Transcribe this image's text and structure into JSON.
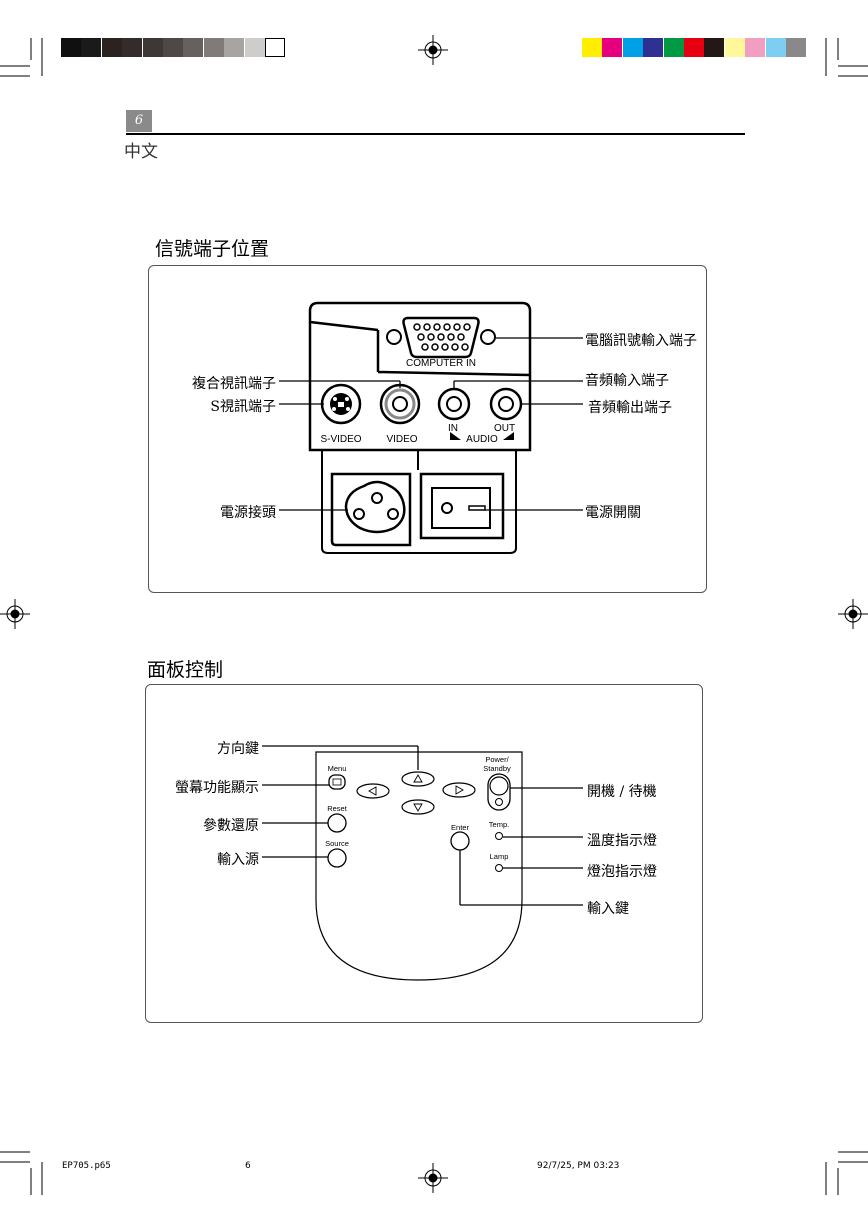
{
  "header": {
    "page_number": "6",
    "language": "中文",
    "gray_swatches": [
      "#101010",
      "#1a1a1a",
      "#2a2320",
      "#332c2a",
      "#3d3836",
      "#4e4947",
      "#66615f",
      "#807b79",
      "#a8a4a2",
      "#cfcdcc",
      "#ffffff"
    ],
    "color_swatches": [
      "#ffee00",
      "#e6007e",
      "#00a0e9",
      "#2e3192",
      "#009944",
      "#e60012",
      "#231815",
      "#fff799",
      "#f19ec2",
      "#7ecef4",
      "#898989"
    ]
  },
  "section1": {
    "title": "信號端子位置",
    "labels": {
      "computer_in": "電腦訊號輸入端子",
      "composite_video": "複合視訊端子",
      "s_video": "S視訊端子",
      "audio_in": "音頻輸入端子",
      "audio_out": "音頻輸出端子",
      "power_socket": "電源接頭",
      "power_switch": "電源開關"
    },
    "panel_text": {
      "computer_in": "COMPUTER IN",
      "s_video": "S-VIDEO",
      "video": "VIDEO",
      "in": "IN",
      "out": "OUT",
      "audio": "AUDIO"
    }
  },
  "section2": {
    "title": "面板控制",
    "labels": {
      "direction_keys": "方向鍵",
      "osd_menu": "螢幕功能顯示",
      "reset": "參數還原",
      "source": "輸入源",
      "power_standby": "開機 / 待機",
      "temp_indicator": "溫度指示燈",
      "lamp_indicator": "燈泡指示燈",
      "enter_key": "輸入鍵"
    },
    "panel_text": {
      "menu": "Menu",
      "reset": "Reset",
      "source": "Source",
      "enter": "Enter",
      "power_line1": "Power/",
      "power_line2": "Standby",
      "temp": "Temp.",
      "lamp": "Lamp"
    }
  },
  "footer": {
    "file": "EP705.p65",
    "page": "6",
    "timestamp": "92/7/25, PM 03:23"
  }
}
